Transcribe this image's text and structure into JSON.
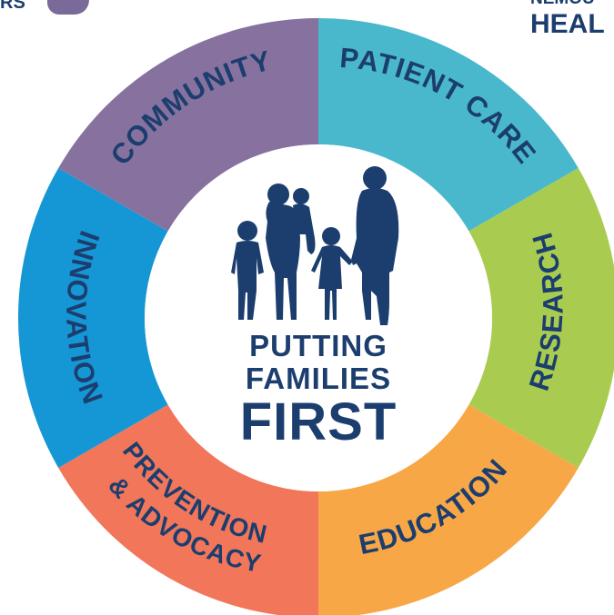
{
  "corner_texts": {
    "top_left": "RS",
    "top_right_line1": "NEMOU",
    "top_right_line2": "HEAL"
  },
  "wheel": {
    "center": {
      "line1": "PUTTING",
      "line2": "FAMILIES",
      "line3": "FIRST",
      "color": "#1c3e6e"
    },
    "segments": [
      {
        "id": "patient-care",
        "label": "PATIENT CARE",
        "color": "#49b8cd"
      },
      {
        "id": "research",
        "label": "RESEARCH",
        "color": "#a9cc50"
      },
      {
        "id": "education",
        "label": "EDUCATION",
        "color": "#f8a747"
      },
      {
        "id": "prevention-advocacy",
        "label_line1": "PREVENTION",
        "label_line2": "& ADVOCACY",
        "color": "#f1765a"
      },
      {
        "id": "innovation",
        "label": "INNOVATION",
        "color": "#1597d6"
      },
      {
        "id": "community",
        "label": "COMMUNITY",
        "color": "#87729f"
      }
    ]
  },
  "icons": {
    "family": "family-silhouette-icon",
    "blob": "purple-shape-icon"
  }
}
